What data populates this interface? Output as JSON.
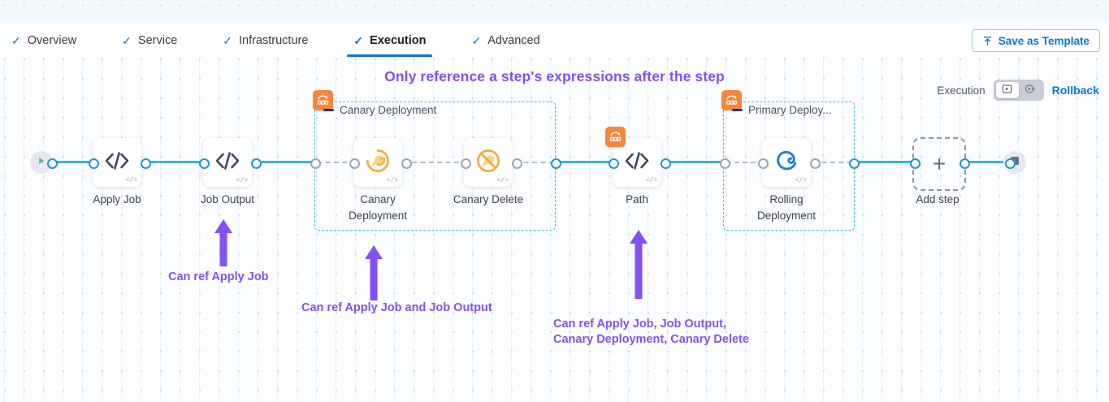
{
  "tabs": [
    {
      "label": "Overview",
      "icon": "check-icon",
      "active": false
    },
    {
      "label": "Service",
      "icon": "check-icon",
      "active": false
    },
    {
      "label": "Infrastructure",
      "icon": "check-icon",
      "active": false
    },
    {
      "label": "Execution",
      "icon": "check-icon",
      "active": true
    },
    {
      "label": "Advanced",
      "icon": "check-icon",
      "active": false
    }
  ],
  "toolbar": {
    "save_template_label": "Save as Template",
    "save_template_icon": "upload-template-icon"
  },
  "headline": "Only reference a step's expressions after the step",
  "mode_switch": {
    "execution_label": "Execution",
    "rollback_label": "Rollback",
    "execution_icon": "execution-play-box-icon",
    "rollback_icon": "rollback-play-circle-icon",
    "selected": "Execution"
  },
  "pipeline": {
    "start_node": {
      "name": "start-node",
      "icon": "play-icon"
    },
    "end_node": {
      "name": "end-node",
      "icon": "stop-square-icon"
    },
    "add_step": {
      "label": "Add step",
      "icon": "plus-icon"
    },
    "nodes": [
      {
        "id": "apply-job",
        "label": "Apply Job",
        "icon": "code-shell-script-icon",
        "badge": null
      },
      {
        "id": "job-output",
        "label": "Job Output",
        "icon": "code-shell-script-icon",
        "badge": null
      },
      {
        "id": "canary-deployment",
        "label": "Canary\nDeployment",
        "icon": "canary-bird-icon",
        "badge": null
      },
      {
        "id": "canary-delete",
        "label": "Canary Delete",
        "icon": "canary-delete-icon",
        "badge": null
      },
      {
        "id": "path",
        "label": "Path",
        "icon": "code-shell-script-icon",
        "badge": "step-group-icon"
      },
      {
        "id": "rolling-deployment",
        "label": "Rolling\nDeployment",
        "icon": "rolling-deploy-icon",
        "badge": null
      }
    ],
    "groups": [
      {
        "id": "canary-deployment-group",
        "label": "Canary Deployment",
        "badge": "step-group-icon"
      },
      {
        "id": "primary-deployment-group",
        "label": "Primary Deploy...",
        "badge": "step-group-icon"
      }
    ]
  },
  "annotations": [
    {
      "id": "anno-job-output",
      "text": "Can ref Apply Job"
    },
    {
      "id": "anno-canary",
      "text": "Can ref Apply Job and Job Output"
    },
    {
      "id": "anno-path",
      "text": "Can ref Apply Job, Job Output,\nCanary Deployment, Canary Delete"
    }
  ],
  "colors": {
    "accent_blue": "#0278d4",
    "edge_blue": "#33b5ea",
    "annotation_purple": "#8250f5",
    "group_border": "#3fb8ee",
    "badge_orange": "#f8853c"
  }
}
